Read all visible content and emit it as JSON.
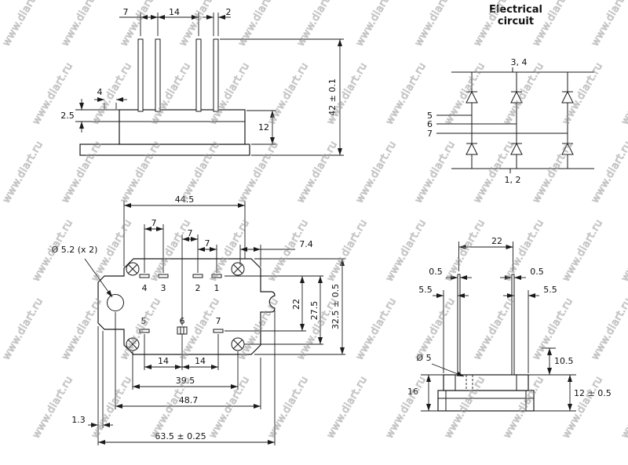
{
  "watermark": {
    "text": "www.diart.ru"
  },
  "side_view": {
    "dim_7": "7",
    "dim_14": "14",
    "dim_2": "2",
    "dim_4": "4",
    "dim_2_5": "2.5",
    "dim_12": "12",
    "dim_42": "42 ± 0.1"
  },
  "circuit": {
    "title_line1": "Electrical",
    "title_line2": "circuit",
    "top_label": "3, 4",
    "bottom_label": "1, 2",
    "in1": "5",
    "in2": "6",
    "in3": "7"
  },
  "top_view": {
    "dim_44_5": "44.5",
    "dim_7a": "7",
    "dim_7b": "7",
    "dim_7c": "7",
    "dim_7_4": "7.4",
    "hole_label": "Ø 5.2 (x 2)",
    "pin4": "4",
    "pin3": "3",
    "pin2": "2",
    "pin1": "1",
    "pin5": "5",
    "pin6": "6",
    "pin7": "7",
    "dim_22": "22",
    "dim_27_5": "27.5",
    "dim_32_5": "32.5 ± 0.5",
    "dim_14a": "14",
    "dim_14b": "14",
    "dim_39_5": "39.5",
    "dim_48_7": "48.7",
    "dim_1_3": "1.3",
    "dim_63_5": "63.5 ± 0.25"
  },
  "end_view": {
    "dim_22": "22",
    "dim_0_5_left": "0.5",
    "dim_0_5_right": "0.5",
    "dim_5_5_left": "5.5",
    "dim_5_5_right": "5.5",
    "dim_hole": "Ø 5",
    "dim_16": "16",
    "dim_10_5": "10.5",
    "dim_12": "12 ± 0.5"
  }
}
